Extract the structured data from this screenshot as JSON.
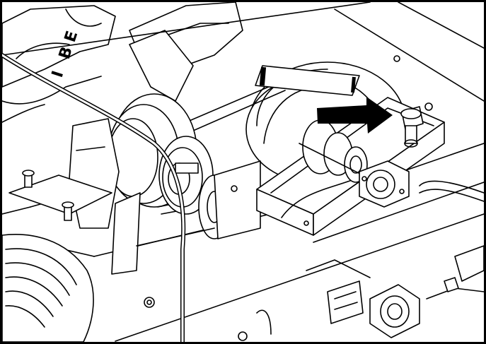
{
  "diagram": {
    "parts": [
      {
        "name": "frame-panel"
      },
      {
        "name": "pulley-large"
      },
      {
        "name": "drive-belt"
      },
      {
        "name": "tension-box"
      },
      {
        "name": "tension-bolt"
      },
      {
        "name": "bearing-flange"
      }
    ],
    "callouts": {
      "arrow_direction": "right",
      "marker_shape": "bar"
    },
    "panel_letters": [
      "E",
      "B",
      "I"
    ],
    "colors": {
      "line": "#000000",
      "background": "#ffffff",
      "arrow": "#000000"
    }
  }
}
